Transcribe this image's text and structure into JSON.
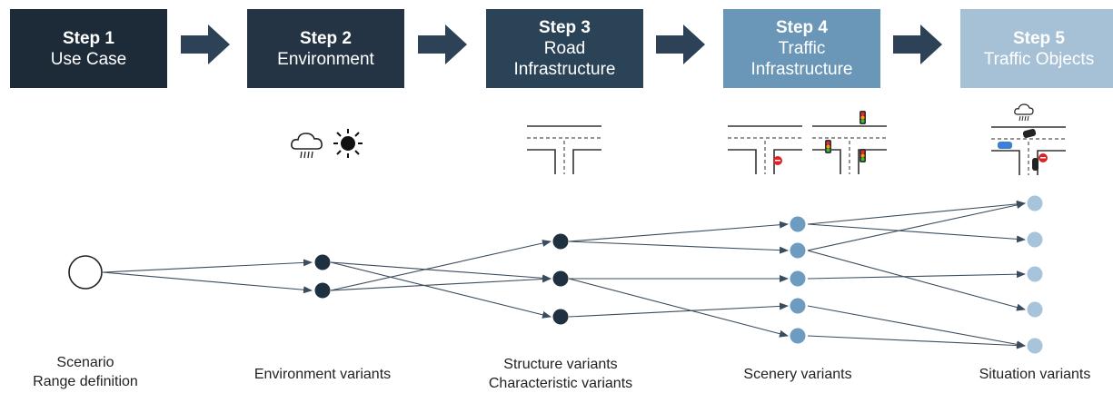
{
  "steps": [
    {
      "num": "Step 1",
      "lines": [
        "Use Case"
      ],
      "color": "#1d2a38"
    },
    {
      "num": "Step 2",
      "lines": [
        "Environment"
      ],
      "color": "#243444"
    },
    {
      "num": "Step 3",
      "lines": [
        "Road",
        "Infrastructure"
      ],
      "color": "#2b4357"
    },
    {
      "num": "Step 4",
      "lines": [
        "Traffic",
        "Infrastructure"
      ],
      "color": "#6a96b8"
    },
    {
      "num": "Step 5",
      "lines": [
        "Traffic Objects"
      ],
      "color": "#a6c1d6"
    }
  ],
  "labels": {
    "scenario": [
      "Scenario",
      "Range definition"
    ],
    "environment": "Environment variants",
    "structure": [
      "Structure variants",
      "Characteristic variants"
    ],
    "scenery": "Scenery variants",
    "situation": "Situation variants"
  },
  "colors": {
    "arrow": "#2d4256",
    "dark_node": "#1f3140",
    "mid_node": "#6e9cc0",
    "light_node": "#a8c4da",
    "edge": "#3a4d5e"
  },
  "icons": [
    "rain-cloud-icon",
    "sun-icon",
    "t-junction-icon",
    "t-junction-stop-sign-icon",
    "t-junction-traffic-lights-icon",
    "t-junction-traffic-objects-icon"
  ]
}
